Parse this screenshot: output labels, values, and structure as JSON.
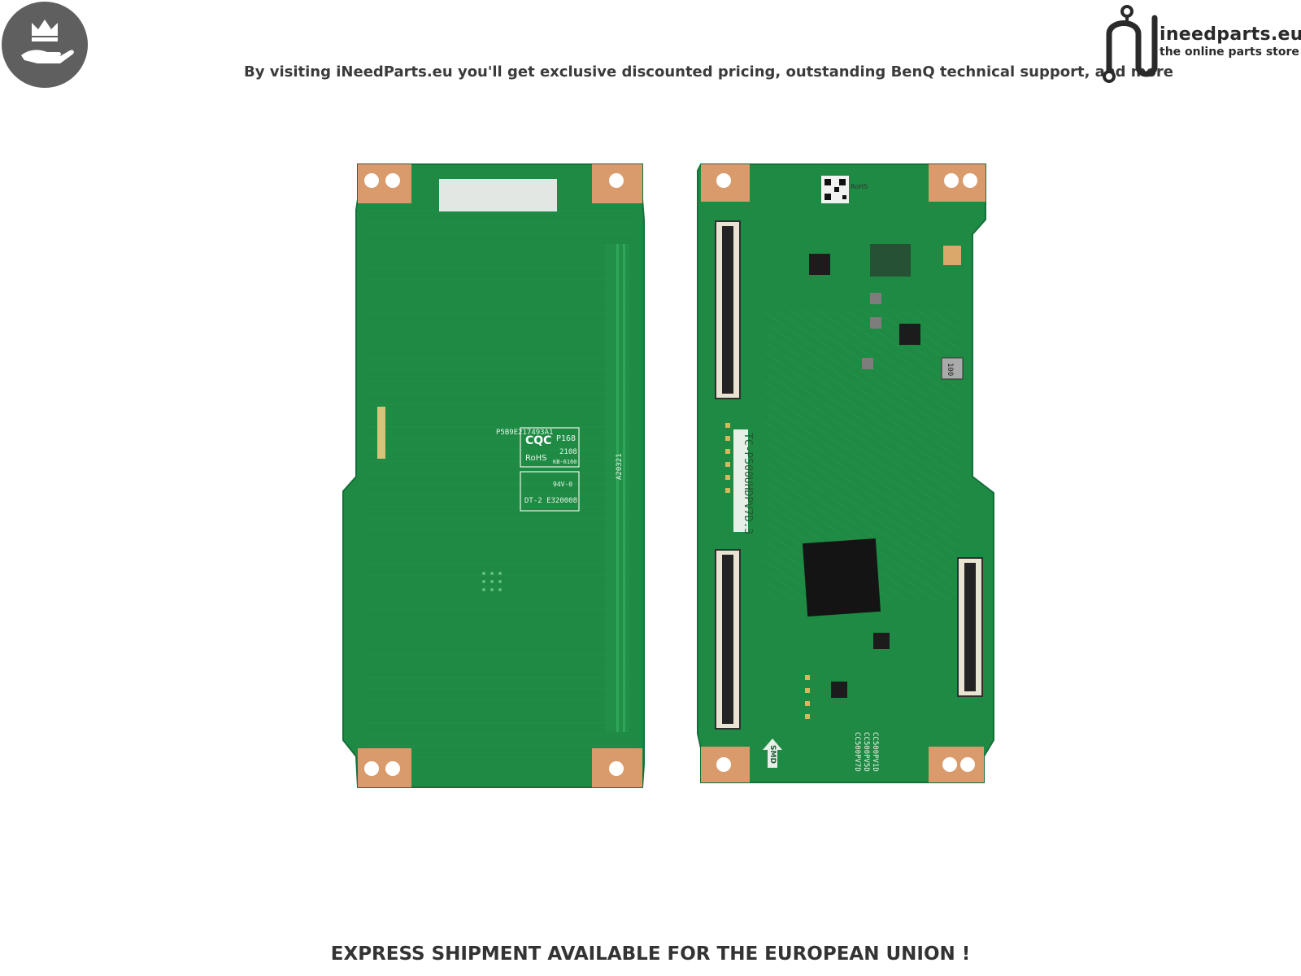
{
  "header": {
    "tagline": "By visiting iNeedParts.eu you'll get exclusive discounted pricing, outstanding BenQ technical support, and more",
    "badge_icon": "crown-hand-icon",
    "badge_color": "#5f5f5f"
  },
  "logo": {
    "name": "ineedparts.eu",
    "subtitle": "the online parts store",
    "icon": "circuit-n-icon"
  },
  "boards": {
    "back": {
      "cert_text": "P5B9E217493A1",
      "cqc": "CQC",
      "rohs": "RoHS",
      "cqc_code": "P168",
      "date": "2108",
      "kb": "KB-6160",
      "ul_rating": "94V-0",
      "ul_file": "DT-2 E320008",
      "edge_code": "A20321"
    },
    "front": {
      "model": "TC-P500UHDPV7D.3",
      "rohs": "RoHS",
      "smd": "SMD",
      "chip_label": "100",
      "variant_codes": [
        "CC500PV1D",
        "CC500PV5D",
        "CC500PV7D"
      ]
    },
    "pcb_color": "#1e8a43",
    "pad_color": "#d99a6c"
  },
  "footer": {
    "text": "EXPRESS SHIPMENT AVAILABLE FOR THE EUROPEAN UNION !"
  }
}
